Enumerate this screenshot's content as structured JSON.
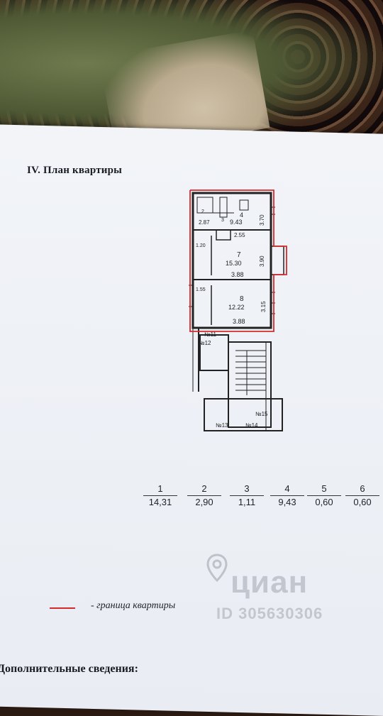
{
  "document": {
    "section_title": "IV. План квартиры",
    "legend_text": "- граница квартиры",
    "extra_info_heading": "Дополнительные сведения:",
    "border_color": "#d22b2b"
  },
  "plan": {
    "labels": {
      "room4": "4",
      "room4_area": "9.43",
      "room4_d1": "2.87",
      "room4_d2": "2.55",
      "room4_d3": "3.70",
      "room7": "7",
      "room7_area": "15.30",
      "room7_d1": "3.88",
      "room7_d2": "3.90",
      "room7_d3": "1.20",
      "room8": "8",
      "room8_area": "12.22",
      "room8_d1": "3.88",
      "room8_d2": "3.15",
      "room8_d3": "1.55",
      "n11": "№11",
      "n12": "№12",
      "n13": "№13",
      "n14": "№14",
      "n15": "№15",
      "small2": "2",
      "small3": "3"
    }
  },
  "areas": [
    {
      "num": "1",
      "value": "14,31"
    },
    {
      "num": "2",
      "value": "2,90"
    },
    {
      "num": "3",
      "value": "1,11"
    },
    {
      "num": "4",
      "value": "9,43"
    },
    {
      "num": "5",
      "value": "0,60"
    },
    {
      "num": "6",
      "value": "0,60"
    }
  ],
  "watermark": {
    "brand": "циан",
    "id": "ID 305630306"
  }
}
